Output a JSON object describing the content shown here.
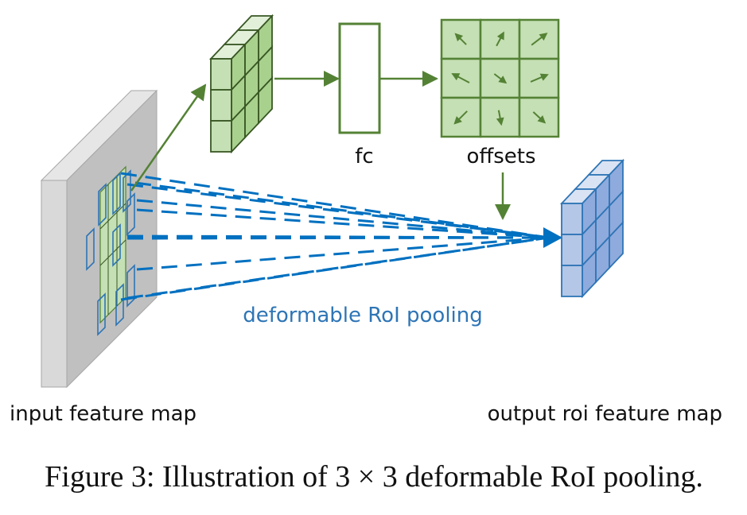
{
  "diagram": {
    "title": "3x3 deformable RoI pooling",
    "nodes": {
      "input_feature_map": {
        "label": "input feature map"
      },
      "pooled_features": {
        "label": "",
        "grid": "3x3"
      },
      "fc": {
        "label": "fc"
      },
      "offsets": {
        "label": "offsets",
        "grid": "3x3",
        "arrow_directions": [
          [
            "up-left",
            "up-right",
            "up-right"
          ],
          [
            "up-left",
            "down-right",
            "up-right"
          ],
          [
            "down-left",
            "down",
            "down-right"
          ]
        ]
      },
      "output_roi_feature_map": {
        "label": "output roi feature map",
        "grid": "3x3"
      }
    },
    "edges": [
      {
        "from": "input_feature_map",
        "to": "pooled_features"
      },
      {
        "from": "pooled_features",
        "to": "fc"
      },
      {
        "from": "fc",
        "to": "offsets"
      },
      {
        "from": "offsets",
        "to": "output_roi_feature_map"
      },
      {
        "from": "input_feature_map",
        "to": "output_roi_feature_map",
        "label": "deformable RoI pooling",
        "style": "dashed"
      }
    ],
    "pooling_label": "deformable RoI pooling",
    "caption": "Figure 3: Illustration of 3 × 3 deformable RoI pooling."
  },
  "colors": {
    "green_stroke": "#548235",
    "green_fill": "#c5e0b4",
    "green_side": "#a9d18e",
    "green_top": "#e2f0d9",
    "blue_stroke": "#2e75b6",
    "blue_dash": "#0070c0",
    "blue_fill": "#b4c7e7",
    "blue_side": "#8faadc",
    "blue_top": "#dae3f3",
    "gray_face": "#c0c0c0",
    "gray_side": "#d9d9d9",
    "gray_top": "#e6e6e6",
    "label_blue": "#2e75b6"
  }
}
